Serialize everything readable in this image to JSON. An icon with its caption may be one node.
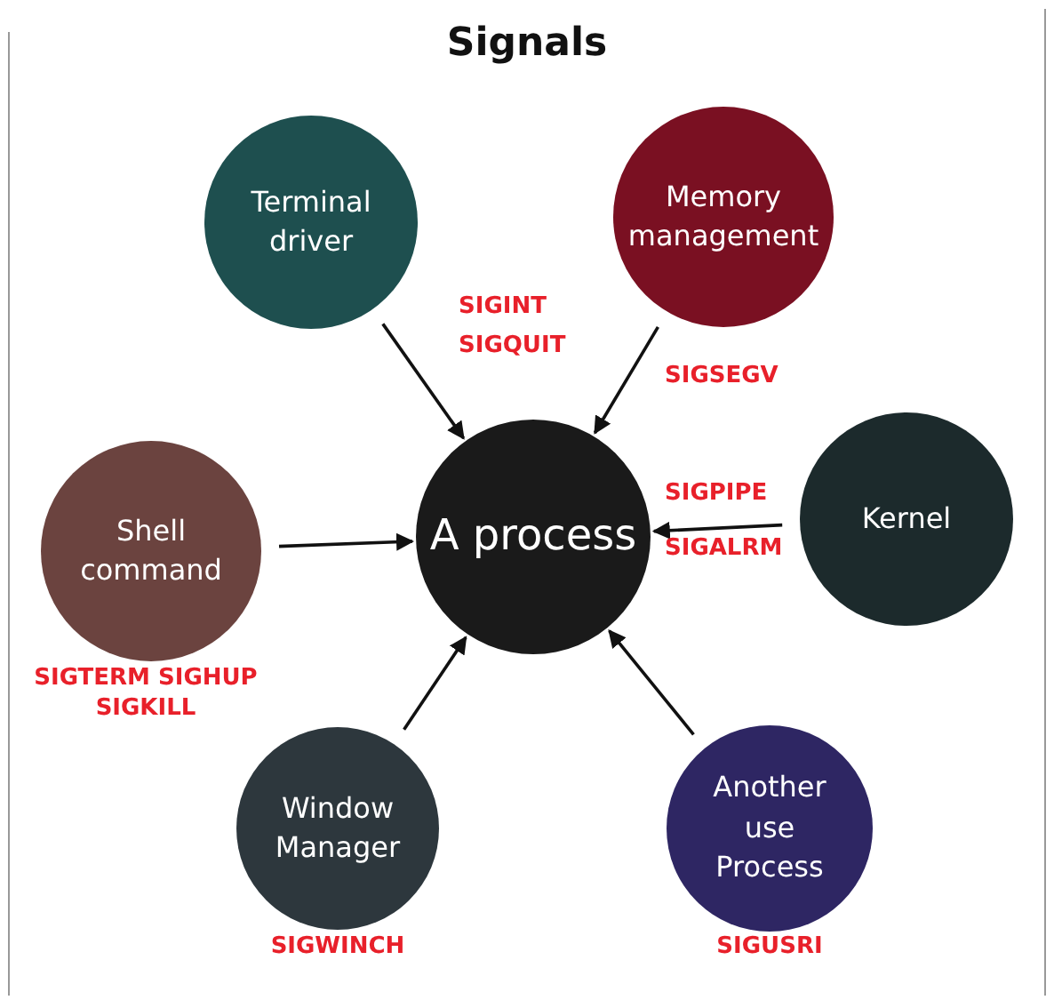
{
  "diagram": {
    "title": "Signals",
    "nodes": [
      {
        "text": [
          "Terminal driver"
        ]
      },
      {
        "text": [
          "Memory management"
        ]
      },
      {
        "text": [
          "Shell command"
        ],
        "beside": [
          "SIGTERM SIGHUP SIGKILL"
        ]
      },
      {
        "text": [
          "A process"
        ]
      },
      {
        "text": [
          "Kernel"
        ]
      },
      {
        "text": [
          "Window Manager"
        ],
        "beside": [
          "SIGWINCH"
        ]
      },
      {
        "text": [
          "Another use Process"
        ],
        "beside": [
          "SIGUSRI"
        ]
      }
    ],
    "edges": [
      {
        "from": 0,
        "to": 3,
        "arrow": "to",
        "label": "SIGINT SIGQUIT"
      },
      {
        "from": 1,
        "to": 3,
        "arrow": "to",
        "label": "SIGSEGV"
      },
      {
        "from": 2,
        "to": 3,
        "arrow": "to"
      },
      {
        "from": 4,
        "to": 3,
        "arrow": "to",
        "label": "SIGPIPE SIGALRM"
      },
      {
        "from": 5,
        "to": 3,
        "arrow": "to"
      },
      {
        "from": 6,
        "to": 3,
        "arrow": "to"
      }
    ]
  }
}
